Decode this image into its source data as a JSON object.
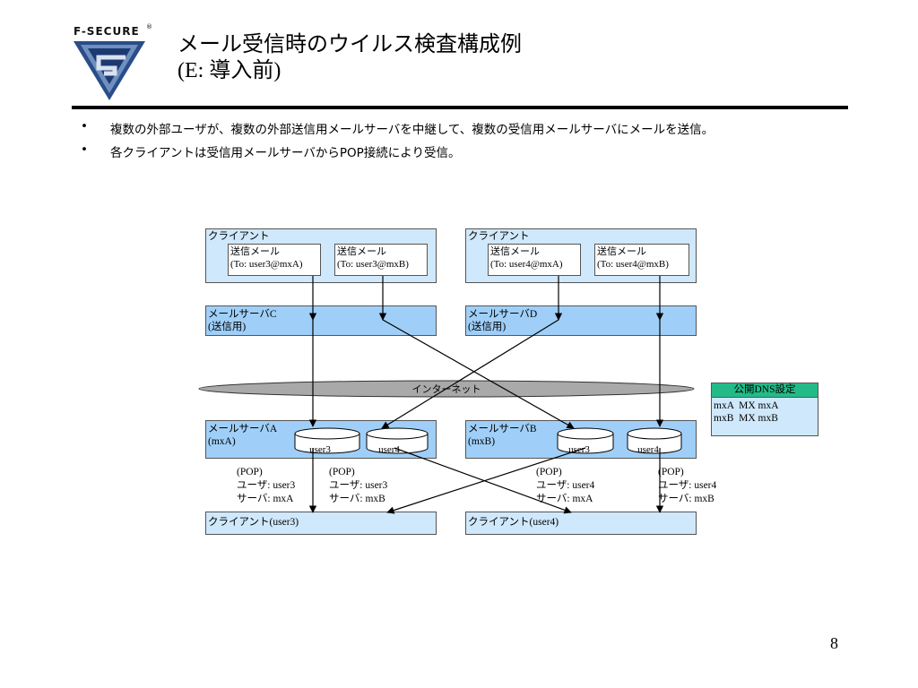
{
  "logo": {
    "text": "F-SECURE",
    "reg": "®"
  },
  "title": {
    "line1": "メール受信時のウイルス検査構成例",
    "line2": "(E: 導入前)"
  },
  "bullets": [
    "複数の外部ユーザが、複数の外部送信用メールサーバを中継して、複数の受信用メールサーバにメールを送信。",
    "各クライアントは受信用メールサーバからPOP接続により受信。"
  ],
  "bullet_symbol": "•",
  "diagram": {
    "client_left": {
      "label": "クライアント",
      "mail1": [
        "送信メール",
        "(To: user3@mxA)"
      ],
      "mail2": [
        "送信メール",
        "(To: user3@mxB)"
      ]
    },
    "client_right": {
      "label": "クライアント",
      "mail1": [
        "送信メール",
        "(To: user4@mxA)"
      ],
      "mail2": [
        "送信メール",
        "(To: user4@mxB)"
      ]
    },
    "server_c": [
      "メールサーバC",
      "(送信用)"
    ],
    "server_d": [
      "メールサーバD",
      "(送信用)"
    ],
    "internet": "インターネット",
    "server_a": [
      "メールサーバA",
      "(mxA)"
    ],
    "server_b": [
      "メールサーバB",
      "(mxB)"
    ],
    "mailboxes_a": [
      "user3",
      "user4"
    ],
    "mailboxes_b": [
      "user3",
      "user4"
    ],
    "pop": [
      [
        "(POP)",
        "ユーザ: user3",
        "サーバ: mxA"
      ],
      [
        "(POP)",
        "ユーザ: user3",
        "サーバ: mxB"
      ],
      [
        "(POP)",
        "ユーザ: user4",
        "サーバ: mxA"
      ],
      [
        "(POP)",
        "ユーザ: user4",
        "サーバ: mxB"
      ]
    ],
    "client_user3": "クライアント(user3)",
    "client_user4": "クライアント(user4)",
    "dns": {
      "title": "公開DNS設定",
      "rows": [
        "mxA  MX mxA",
        "mxB  MX mxB"
      ]
    }
  },
  "page_number": "8",
  "colors": {
    "client": "#cfe8fb",
    "server": "#9fcff8",
    "internet": "#a9a9a9",
    "dns_header": "#22bb88"
  }
}
